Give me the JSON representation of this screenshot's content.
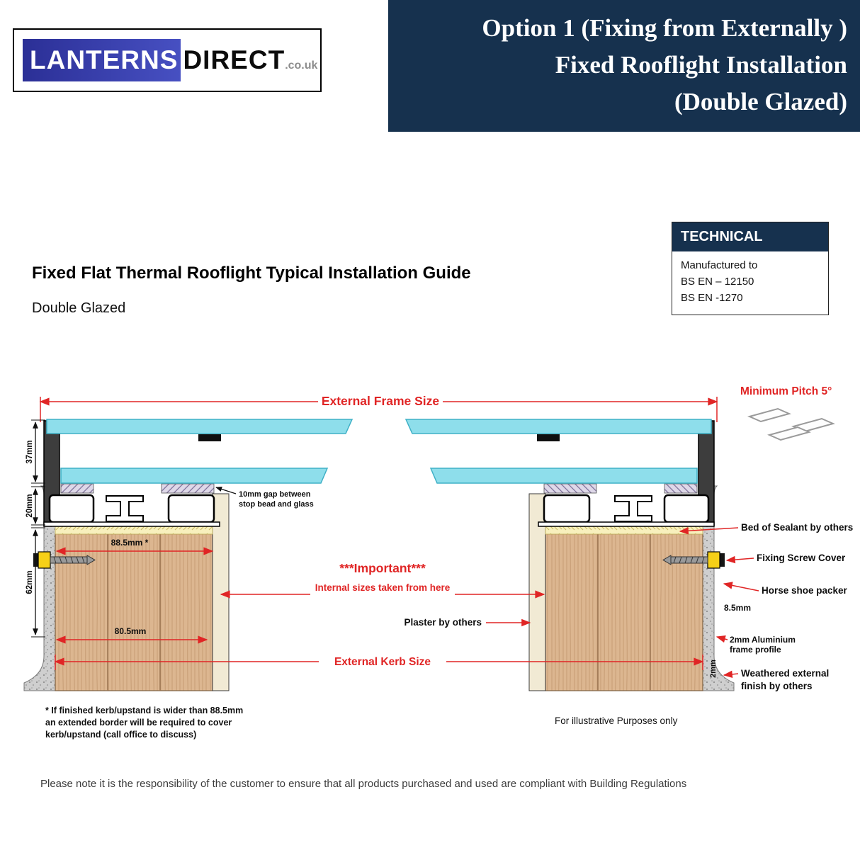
{
  "colors": {
    "navy": "#16314e",
    "accent_red": "#e02525",
    "glass_cyan": "#8edeeb",
    "logo_blue": "#3a43b5",
    "wood": "#dcb690",
    "sealant_yellow": "#f8f0bd"
  },
  "logo": {
    "part1": "LANTERNS",
    "part2": "DIRECT",
    "suffix": ".co.uk"
  },
  "title_box": {
    "line1": "Option 1 (Fixing from Externally )",
    "line2": "Fixed Rooflight Installation",
    "line3": "(Double Glazed)"
  },
  "technical": {
    "header": "TECHNICAL",
    "line1": "Manufactured to",
    "line2": "BS EN – 12150",
    "line3": "BS EN -1270"
  },
  "headings": {
    "main": "Fixed Flat Thermal Rooflight Typical Installation Guide",
    "sub": "Double Glazed"
  },
  "diagram": {
    "frame_size": "External Frame Size",
    "kerb_size": "External Kerb Size",
    "pitch": "Minimum Pitch 5°",
    "dim_glass": "37mm",
    "dim_frame": "20mm",
    "dim_kerb": "62mm",
    "dim_kerb_width": "88.5mm  *",
    "dim_internal": "80.5mm",
    "dim_packer": "8.5mm",
    "dim_profile_v": "2mm",
    "gap1": "10mm gap between",
    "gap2": "stop bead and glass",
    "important": "***Important***",
    "internal_note": "Internal sizes taken from here",
    "sealant": "Bed of Sealant by others",
    "screw_cover": "Fixing Screw Cover",
    "horse_shoe": "Horse shoe packer",
    "plaster": "Plaster by others",
    "alu1": "2mm Aluminium",
    "alu2": "frame profile",
    "weathered1": "Weathered external",
    "weathered2": "finish by others"
  },
  "footnotes": {
    "line1": "* If finished kerb/upstand is wider than 88.5mm",
    "line2": "an extended border will be required to cover",
    "line3": "kerb/upstand (call office to discuss)",
    "illustrative": "For illustrative Purposes only"
  },
  "footer": {
    "note": "Please note it is the responsibility of the customer to ensure that all products purchased and used are compliant with Building Regulations"
  }
}
